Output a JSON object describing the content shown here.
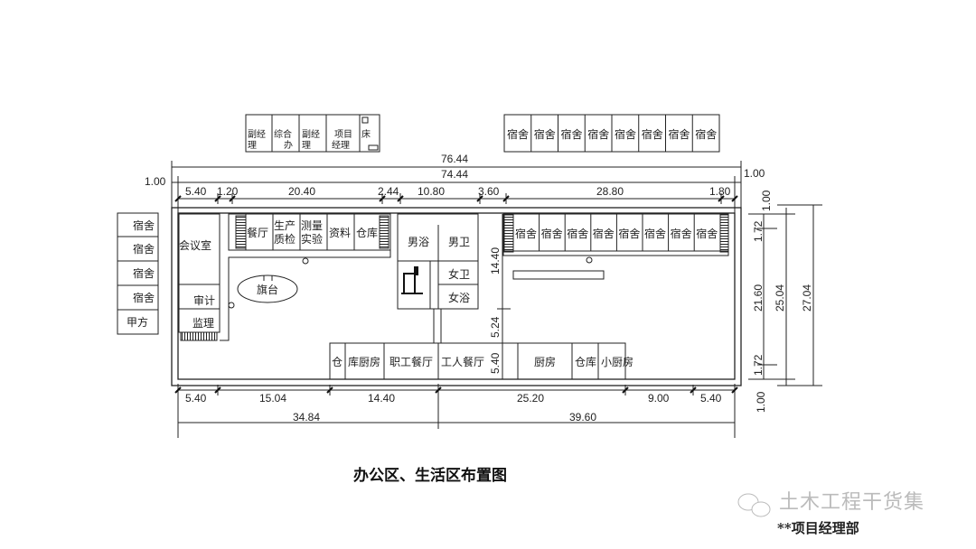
{
  "title": "办公区、生活区布置图",
  "watermark": {
    "brand": "土木工程干货集",
    "subtitle": "**项目经理部",
    "icon": "wechat-icon"
  },
  "top_offices": [
    {
      "l1": "副经",
      "l2": "理"
    },
    {
      "l1": "综合",
      "l2": "办"
    },
    {
      "l1": "副经",
      "l2": "理"
    },
    {
      "l1": "项目",
      "l2": "经理"
    },
    {
      "l1": "床",
      "l2": ""
    }
  ],
  "top_dorms": [
    "宿舍",
    "宿舍",
    "宿舍",
    "宿舍",
    "宿舍",
    "宿舍",
    "宿舍",
    "宿舍"
  ],
  "left_dorms": [
    "宿舍",
    "宿舍",
    "宿舍",
    "宿舍",
    "甲方"
  ],
  "west_building": [
    "会议室",
    "审计",
    "监理"
  ],
  "north_building": [
    {
      "l1": "餐厅",
      "l2": ""
    },
    {
      "l1": "生产",
      "l2": "质检"
    },
    {
      "l1": "测量",
      "l2": "实验"
    },
    {
      "l1": "资料",
      "l2": ""
    },
    {
      "l1": "仓库",
      "l2": ""
    }
  ],
  "flag_platform": "旗台",
  "toilets": [
    "男浴",
    "男卫",
    "女卫",
    "女浴"
  ],
  "east_dorms": [
    "宿舍",
    "宿舍",
    "宿舍",
    "宿舍",
    "宿舍",
    "宿舍",
    "宿舍",
    "宿舍"
  ],
  "south_building": [
    "仓",
    "库厨房",
    "职工餐厅",
    "工人餐厅",
    "厨房",
    "仓库",
    "小厨房"
  ],
  "dims": {
    "total_outer": "76.44",
    "total_inner": "74.44",
    "left_margin": "1.00",
    "right_margin": "1.00",
    "right_margin_v": "1.00",
    "top_segments": [
      "5.40",
      "1.20",
      "20.40",
      "2.44",
      "10.80",
      "3.60",
      "28.80",
      "1.80"
    ],
    "bottom_segments": [
      "5.40",
      "15.04",
      "14.40",
      "25.20",
      "9.00",
      "5.40"
    ],
    "bottom_totals": [
      "34.84",
      "39.60"
    ],
    "middle_vertical": [
      "14.40",
      "5.24",
      "5.40"
    ],
    "right_vertical": [
      "1.72",
      "21.60",
      "1.72"
    ],
    "right_totals": [
      "25.04",
      "27.04"
    ],
    "bottom_margin_v": "1.00"
  }
}
